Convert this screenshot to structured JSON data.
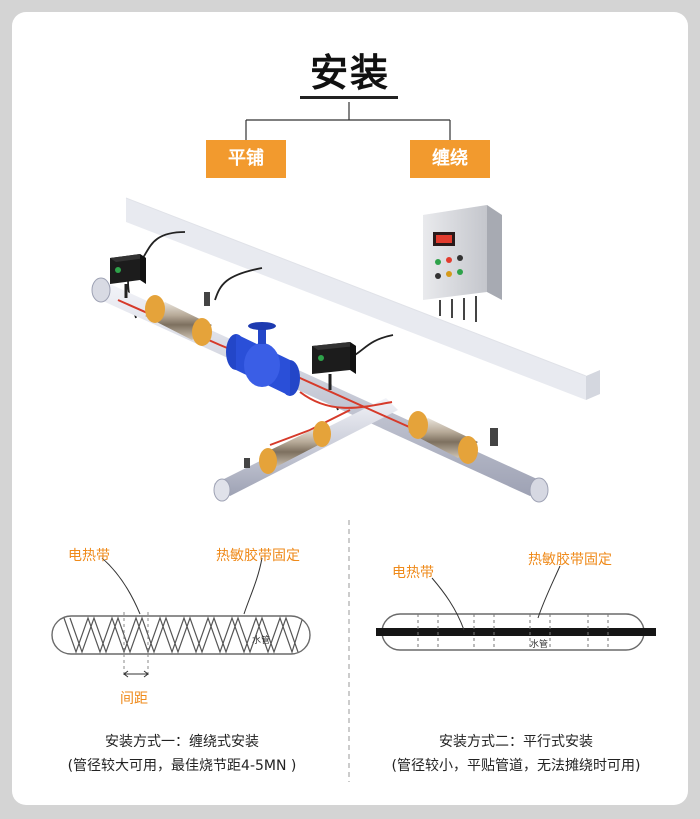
{
  "title": "安装",
  "methods": [
    {
      "name": "平铺"
    },
    {
      "name": "缠绕"
    }
  ],
  "diagram_wrap": {
    "label_heater": "电热带",
    "label_tape": "热敏胶带固定",
    "label_pipe": "水管",
    "label_spacing": "间距",
    "caption_line1": "安装方式一：缠绕式安装",
    "caption_line2": "(管径较大可用，最佳烧节距4-5MN )"
  },
  "diagram_parallel": {
    "label_heater": "电热带",
    "label_tape": "热敏胶带固定",
    "label_pipe": "水管",
    "caption_line1": "安装方式二：平行式安装",
    "caption_line2": "(管径较小，平贴管道，无法摊绕时可用)"
  },
  "colors": {
    "accent": "#f29a2e",
    "label_orange": "#ef8a1a",
    "heat_red": "#d63a2a",
    "valve_blue": "#2a4fd8"
  },
  "icons": [
    "control-box-icon",
    "thermostat-box-icon",
    "gate-valve-icon"
  ]
}
